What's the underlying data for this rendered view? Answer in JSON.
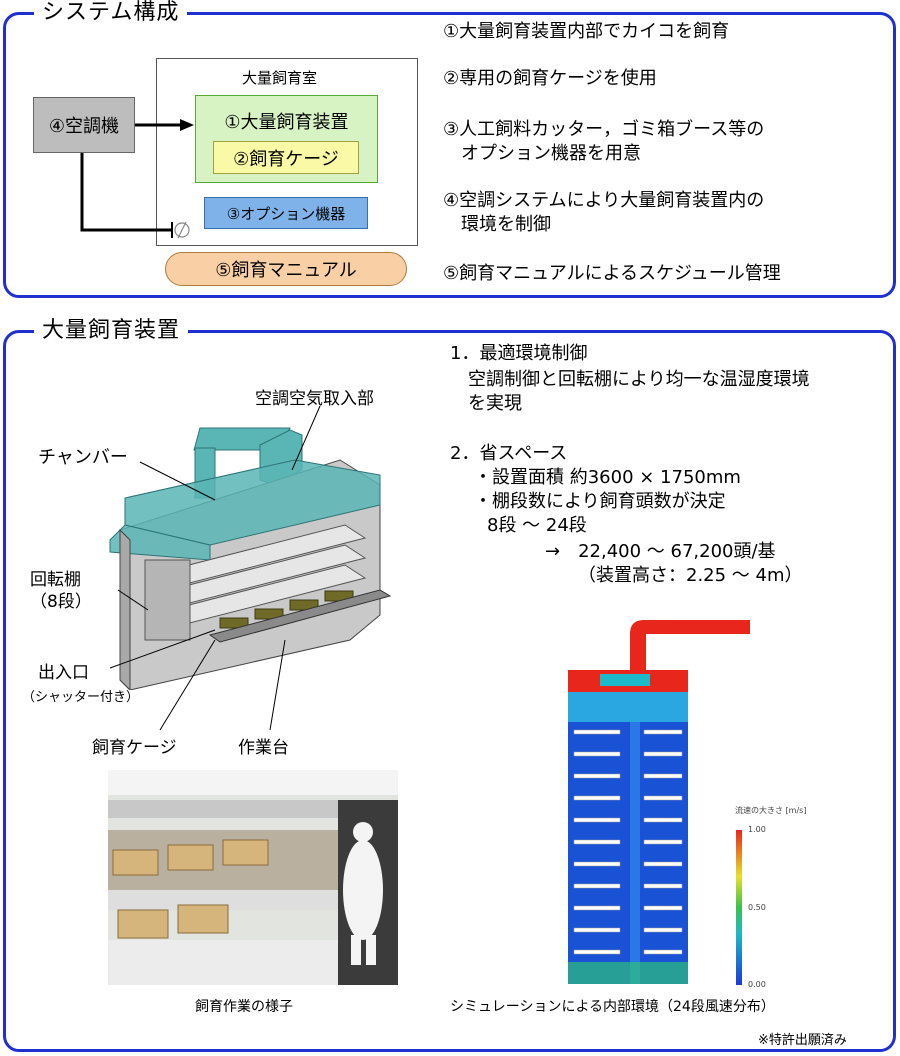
{
  "system": {
    "title": "システム構成",
    "room_label": "大量飼育室",
    "aircon": "④空調機",
    "device": "①大量飼育装置",
    "cage": "②飼育ケージ",
    "option": "③オプション機器",
    "manual": "⑤飼育マニュアル",
    "features": [
      "①大量飼育装置内部でカイコを飼育",
      "②専用の飼育ケージを使用",
      "③人工飼料カッター，ゴミ箱ブース等の\n　オプション機器を用意",
      "④空調システムにより大量飼育装置内の\n　環境を制御",
      "⑤飼育マニュアルによるスケジュール管理"
    ]
  },
  "device": {
    "title": "大量飼育装置",
    "labels": {
      "intake": "空調空気取入部",
      "chamber": "チャンバー",
      "shelf": "回転棚\n（8段）",
      "entrance": "出入口",
      "shutter": "（シャッター付き）",
      "cage": "飼育ケージ",
      "workbench": "作業台"
    },
    "point1_title": "1．最適環境制御",
    "point1_body": "空調制御と回転棚により均一な温湿度環境\nを実現",
    "point2_title": "2．省スペース",
    "point2_items": [
      "・設置面積 約3600 × 1750mm",
      "・棚段数により飼育頭数が決定"
    ],
    "point2_range": "8段 ～ 24段",
    "point2_result": "→　22,400 ～ 67,200頭/基",
    "point2_height": "（装置高さ：2.25 ～ 4m）",
    "photo_caption": "飼育作業の様子",
    "sim_caption": "シミュレーションによる内部環境（24段風速分布）",
    "legend_title": "流速の大きさ [m/s]",
    "legend_ticks": [
      "1.00",
      "0.50",
      "0.00"
    ],
    "patent": "※特許出願済み"
  },
  "colors": {
    "frame": "#1f2fd0",
    "aircon": "#bdbdbd",
    "device_green": "#d8f3c3",
    "device_border": "#5aa83c",
    "cage_yellow": "#fafaa6",
    "option_blue": "#7fb2e8",
    "manual_orange": "#f9cfa6",
    "chamber_teal": "#5ab5b5"
  }
}
